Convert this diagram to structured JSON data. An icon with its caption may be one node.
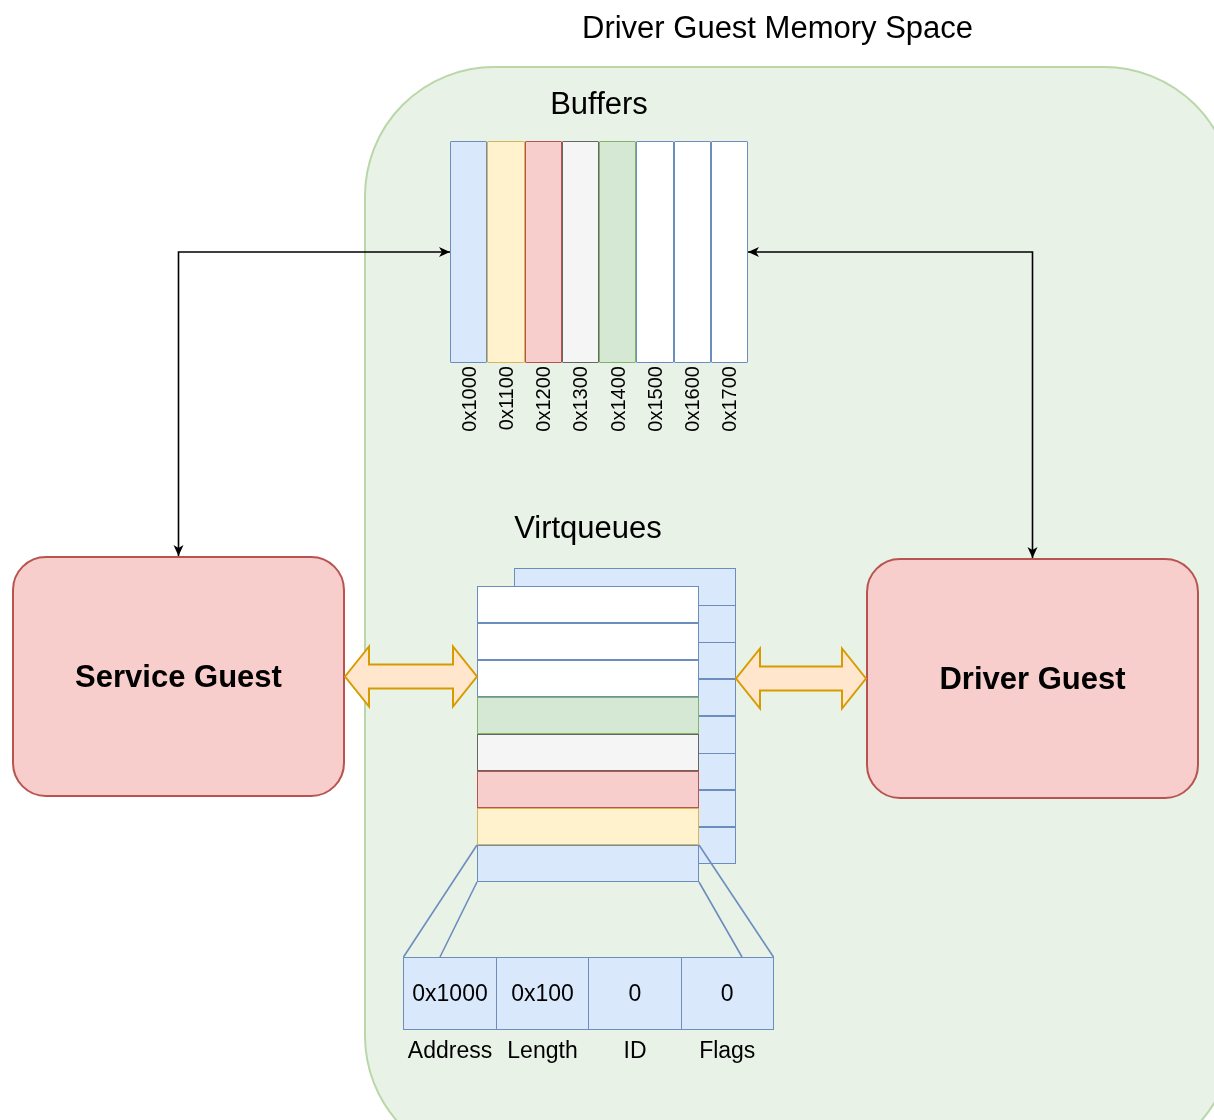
{
  "diagram": {
    "nodes": [
      {
        "text": [
          "Driver Guest Memory Space"
        ]
      },
      {
        "text": [
          "Buffers"
        ],
        "in": 0
      },
      {
        "text": [],
        "shape": "bar",
        "beside": [
          "0x1000"
        ],
        "in": 1
      },
      {
        "text": [],
        "shape": "bar",
        "beside": [
          "0x1100"
        ],
        "in": 1
      },
      {
        "text": [],
        "shape": "bar",
        "beside": [
          "0x1200"
        ],
        "in": 1
      },
      {
        "text": [],
        "shape": "bar",
        "beside": [
          "0x1300"
        ],
        "in": 1
      },
      {
        "text": [],
        "shape": "bar",
        "beside": [
          "0x1400"
        ],
        "in": 1
      },
      {
        "text": [],
        "shape": "bar",
        "beside": [
          "0x1500"
        ],
        "in": 1
      },
      {
        "text": [],
        "shape": "bar",
        "beside": [
          "0x1600"
        ],
        "in": 1
      },
      {
        "text": [],
        "shape": "bar",
        "beside": [
          "0x1700"
        ],
        "in": 1
      },
      {
        "text": [
          "Virtqueues"
        ],
        "in": 0
      },
      {
        "text": [],
        "shape": "box",
        "in": 10
      },
      {
        "text": [],
        "shape": "box",
        "in": 10
      },
      {
        "text": [],
        "shape": "box",
        "in": 10
      },
      {
        "text": [],
        "shape": "box",
        "in": 10
      },
      {
        "text": [],
        "shape": "box",
        "in": 10
      },
      {
        "text": [],
        "shape": "box",
        "in": 10
      },
      {
        "text": [],
        "shape": "box",
        "in": 10
      },
      {
        "text": [],
        "shape": "box",
        "in": 10
      },
      {
        "text": [
          "0x1000"
        ],
        "beside": [
          "Address"
        ],
        "in": 0
      },
      {
        "text": [
          "0x100"
        ],
        "beside": [
          "Length"
        ],
        "in": 0
      },
      {
        "text": [
          "0"
        ],
        "beside": [
          "ID"
        ],
        "in": 0
      },
      {
        "text": [
          "0"
        ],
        "beside": [
          "Flags"
        ],
        "in": 0
      },
      {
        "text": [
          "Service Guest"
        ]
      },
      {
        "text": [
          "Driver Guest"
        ],
        "in": 0
      }
    ],
    "edges": [
      {
        "from": 23,
        "to": 1,
        "arrow": "both"
      },
      {
        "from": 24,
        "to": 1,
        "arrow": "both"
      },
      {
        "from": 23,
        "to": 10,
        "arrow": "both",
        "style": "thick",
        "color": "#d79b00"
      },
      {
        "from": 24,
        "to": 10,
        "arrow": "both",
        "style": "thick",
        "color": "#d79b00"
      },
      {
        "from": 18,
        "to": 19,
        "arrow": "none",
        "color": "#6c8ebf"
      },
      {
        "from": 18,
        "to": 22,
        "arrow": "none",
        "color": "#6c8ebf"
      }
    ]
  }
}
